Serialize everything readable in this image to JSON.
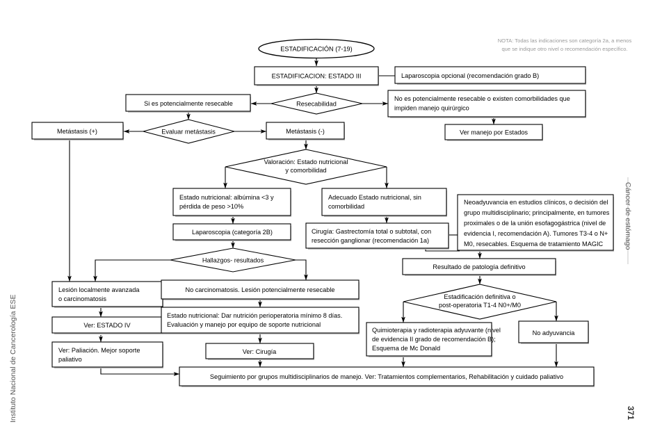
{
  "page": {
    "folio": "371",
    "left_running_head": "Instituto Nacional de Cancerología ESE",
    "right_running_head": "Cáncer de estómago",
    "note_line1": "NOTA: Todas las indicaciones son categoría 2a, a menos",
    "note_line2": "que se indique otro nivel o recomendación específico.",
    "colors": {
      "ink": "#000000",
      "note": "#9a9a9a",
      "shadow": "#bfbfbf",
      "background": "#ffffff"
    }
  },
  "chart_data": {
    "type": "diagram",
    "title": "ESTADIFICACIÓN (7-19)",
    "nodes": [
      {
        "id": "n1",
        "shape": "ellipse",
        "text": "ESTADIFICACIÓN (7-19)"
      },
      {
        "id": "n2",
        "shape": "box",
        "text": "ESTADIFICACION: ESTADO III"
      },
      {
        "id": "n3",
        "shape": "box",
        "text": "Laparoscopia opcional (recomendación grado B)"
      },
      {
        "id": "n4",
        "shape": "diamond",
        "text": "Resecabilidad"
      },
      {
        "id": "n5",
        "shape": "box",
        "text": "No es potencialmente resecable o existen comorbilidades que impiden manejo quirúrgico"
      },
      {
        "id": "n6",
        "shape": "box",
        "text": "Ver manejo por Estados"
      },
      {
        "id": "n7",
        "shape": "box",
        "text": "Si es potencialmente resecable"
      },
      {
        "id": "n8",
        "shape": "diamond",
        "text": "Evaluar metástasis"
      },
      {
        "id": "n9",
        "shape": "box",
        "text": "Metástasis (+)"
      },
      {
        "id": "n10",
        "shape": "box",
        "text": "Metástasis (-)"
      },
      {
        "id": "n11",
        "shape": "diamond",
        "text": "Valoración: Estado nutricional y comorbilidad"
      },
      {
        "id": "n12",
        "shape": "box",
        "text": "Estado nutricional: albúmina <3 y pérdida de peso >10%"
      },
      {
        "id": "n13",
        "shape": "box",
        "text": "Adecuado  Estado  nutricional,  sin comorbilidad"
      },
      {
        "id": "n14",
        "shape": "box",
        "text": "Laparoscopia (categoría 2B)"
      },
      {
        "id": "n15",
        "shape": "box",
        "text": "Cirugía: Gastrectomía total o subtotal, con resección ganglionar (recomendación 1a)"
      },
      {
        "id": "n16",
        "shape": "box",
        "text": "Neoadyuvancia en estudios clínicos, o decisión del grupo multidisciplinario; principalmente, en tumores proximales o de la unión esofagogástrica (nivel de evidencia I, recomendación A). Tumores T3-4 o N+ M0, resecables. Esquema de tratamiento MAGIC"
      },
      {
        "id": "n17",
        "shape": "diamond",
        "text": "Hallazgos- resultados"
      },
      {
        "id": "n18",
        "shape": "box",
        "text": "Resultado de patología definitivo"
      },
      {
        "id": "n19",
        "shape": "box",
        "text": "Lesión localmente avanzada o carcinomatosis"
      },
      {
        "id": "n20",
        "shape": "box",
        "text": "No carcinomatosis. Lesión potencialmente resecable"
      },
      {
        "id": "n21",
        "shape": "diamond",
        "text": "Estadificación definitiva o post-operatoria T1-4 N0+/M0"
      },
      {
        "id": "n22",
        "shape": "box",
        "text": "Ver: ESTADO IV"
      },
      {
        "id": "n23",
        "shape": "box",
        "text": "Estado nutricional: Dar nutrición perioperatoria mínimo 8 días. Evaluación y manejo por equipo de soporte nutricional"
      },
      {
        "id": "n24",
        "shape": "box",
        "text": "Quimioterapia y radioterapia adyuvante (nivel de evidencia II grado de recomendación B); Esquema de Mc Donald"
      },
      {
        "id": "n25",
        "shape": "box",
        "text": "No adyuvancia"
      },
      {
        "id": "n26",
        "shape": "box",
        "text": "Ver: Paliación. Mejor soporte paliativo"
      },
      {
        "id": "n27",
        "shape": "box",
        "text": "Ver: Cirugía"
      },
      {
        "id": "n28",
        "shape": "box",
        "text": "Seguimiento por grupos multidisciplinarios de manejo. Ver: Tratamientos complementarios, Rehabilitación y cuidado paliativo"
      }
    ],
    "node_text": {
      "n1": "ESTADIFICACIÓN (7-19)",
      "n2": "ESTADIFICACION: ESTADO III",
      "n3": "Laparoscopia opcional (recomendación grado B)",
      "n4": "Resecabilidad",
      "n5_l1": "No es potencialmente resecable o existen comorbilidades que",
      "n5_l2": "impiden manejo quirúrgico",
      "n6": "Ver manejo por Estados",
      "n7": "Si es potencialmente resecable",
      "n8": "Evaluar metástasis",
      "n9": "Metástasis (+)",
      "n10": "Metástasis (-)",
      "n11_l1": "Valoración: Estado nutricional",
      "n11_l2": "y comorbilidad",
      "n12_l1": "Estado nutricional: albúmina <3 y",
      "n12_l2": "pérdida de peso >10%",
      "n13_l1": "Adecuado  Estado  nutricional,  sin",
      "n13_l2": "comorbilidad",
      "n14": "Laparoscopia (categoría 2B)",
      "n15_l1": "Cirugía: Gastrectomía total o subtotal, con",
      "n15_l2": "resección ganglionar (recomendación 1a)",
      "n16_l1": "Neoadyuvancia en estudios clínicos, o decisión del",
      "n16_l2": "grupo multidisciplinario; principalmente, en tumores",
      "n16_l3": "proximales o de la unión esofagogástrica (nivel de",
      "n16_l4": "evidencia I, recomendación A). Tumores T3-4 o N+",
      "n16_l5": "M0, resecables. Esquema de tratamiento MAGIC",
      "n17": "Hallazgos- resultados",
      "n18": "Resultado de patología definitivo",
      "n19_l1": "Lesión localmente avanzada",
      "n19_l2": "o carcinomatosis",
      "n20": "No carcinomatosis. Lesión potencialmente resecable",
      "n21_l1": "Estadificación definitiva o",
      "n21_l2": "post-operatoria T1-4 N0+/M0",
      "n22": "Ver: ESTADO IV",
      "n23_l1": "Estado nutricional: Dar nutrición perioperatoria mínimo 8  días.",
      "n23_l2": "Evaluación y manejo por equipo de soporte nutricional",
      "n24_l1": "Quimioterapia  y  radioterapia  adyuvante  (nivel",
      "n24_l2": "de  evidencia  II  grado  de  recomendación  B);",
      "n24_l3": "Esquema de Mc Donald",
      "n25": "No adyuvancia",
      "n26_l1": "Ver:  Paliación.  Mejor  soporte",
      "n26_l2": "paliativo",
      "n27": "Ver: Cirugía",
      "n28": "Seguimiento por grupos multidisciplinarios de manejo. Ver: Tratamientos complementarios, Rehabilitación y cuidado paliativo"
    },
    "edges": [
      {
        "from": "n1",
        "to": "n2",
        "arrow": true
      },
      {
        "from": "n2",
        "to": "n3",
        "arrow": false
      },
      {
        "from": "n2",
        "to": "n4",
        "arrow": true
      },
      {
        "from": "n4",
        "to": "n7",
        "arrow": true
      },
      {
        "from": "n4",
        "to": "n5",
        "arrow": true
      },
      {
        "from": "n5",
        "to": "n6",
        "arrow": true
      },
      {
        "from": "n7",
        "to": "n8",
        "arrow": true
      },
      {
        "from": "n8",
        "to": "n9",
        "arrow": true
      },
      {
        "from": "n8",
        "to": "n10",
        "arrow": true
      },
      {
        "from": "n10",
        "to": "n11",
        "arrow": true
      },
      {
        "from": "n11",
        "to": "n12",
        "arrow": true
      },
      {
        "from": "n11",
        "to": "n13",
        "arrow": true
      },
      {
        "from": "n12",
        "to": "n14",
        "arrow": true
      },
      {
        "from": "n13",
        "to": "n15",
        "arrow": true
      },
      {
        "from": "n15",
        "to": "n16",
        "arrow": false
      },
      {
        "from": "n14",
        "to": "n17",
        "arrow": true
      },
      {
        "from": "n17",
        "to": "n19",
        "arrow": true
      },
      {
        "from": "n17",
        "to": "n20",
        "arrow": true
      },
      {
        "from": "n9",
        "to": "n19",
        "arrow": true
      },
      {
        "from": "n19",
        "to": "n22",
        "arrow": true
      },
      {
        "from": "n22",
        "to": "n26",
        "arrow": true
      },
      {
        "from": "n26",
        "to": "n28",
        "arrow": true
      },
      {
        "from": "n20",
        "to": "n23",
        "arrow": true
      },
      {
        "from": "n23",
        "to": "n27",
        "arrow": true
      },
      {
        "from": "n27",
        "to": "n28",
        "arrow": true
      },
      {
        "from": "n15",
        "to": "n18",
        "arrow": true
      },
      {
        "from": "n18",
        "to": "n21",
        "arrow": true
      },
      {
        "from": "n21",
        "to": "n24",
        "arrow": true
      },
      {
        "from": "n21",
        "to": "n25",
        "arrow": true
      },
      {
        "from": "n24",
        "to": "n28",
        "arrow": true
      },
      {
        "from": "n25",
        "to": "n28",
        "arrow": true
      }
    ]
  }
}
